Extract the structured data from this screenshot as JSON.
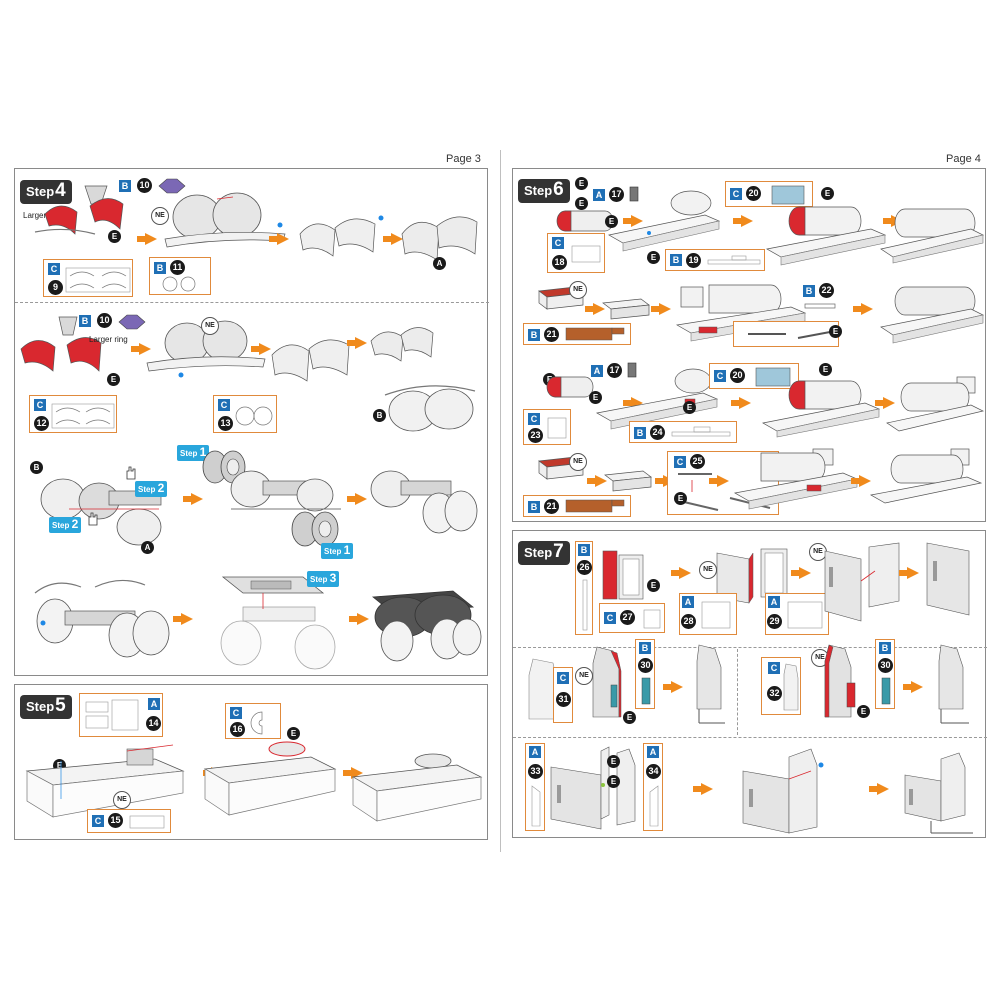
{
  "pages": {
    "left": "Page 3",
    "right": "Page 4"
  },
  "step_word": "Step",
  "steps": {
    "s4": "4",
    "s5": "5",
    "s6": "6",
    "s7": "7"
  },
  "substeps": {
    "a": "1",
    "b": "2",
    "c": "2",
    "d": "1",
    "e": "3"
  },
  "notes": {
    "larger_ring": "Larger ring"
  },
  "marks": {
    "A": "A",
    "B": "B",
    "C": "C",
    "E": "E",
    "NE": "NE"
  },
  "parts": {
    "p9": "9",
    "p10": "10",
    "p11": "11",
    "p12": "12",
    "p13": "13",
    "p14": "14",
    "p15": "15",
    "p16": "16",
    "p17": "17",
    "p18": "18",
    "p19": "19",
    "p20": "20",
    "p21": "21",
    "p22": "22",
    "p23": "23",
    "p24": "24",
    "p25": "25",
    "p26": "26",
    "p27": "27",
    "p28": "28",
    "p29": "29",
    "p30": "30",
    "p31": "31",
    "p32": "32",
    "p33": "33",
    "p34": "34"
  },
  "colors": {
    "accent_orange": "#f08a1c",
    "part_red": "#d9282f",
    "tag_blue": "#1f6fb5",
    "substep_cyan": "#29a6dc",
    "green_marker": "#8cc63f",
    "blue_marker": "#1e88e5",
    "purple_part": "#7b68b5",
    "teal_part": "#3a9aa8",
    "light_blue_part": "#9fc7da",
    "brown_part": "#b5602b"
  },
  "icons": [
    "arrow-right-icon",
    "wheel-icon",
    "hand-icon"
  ]
}
